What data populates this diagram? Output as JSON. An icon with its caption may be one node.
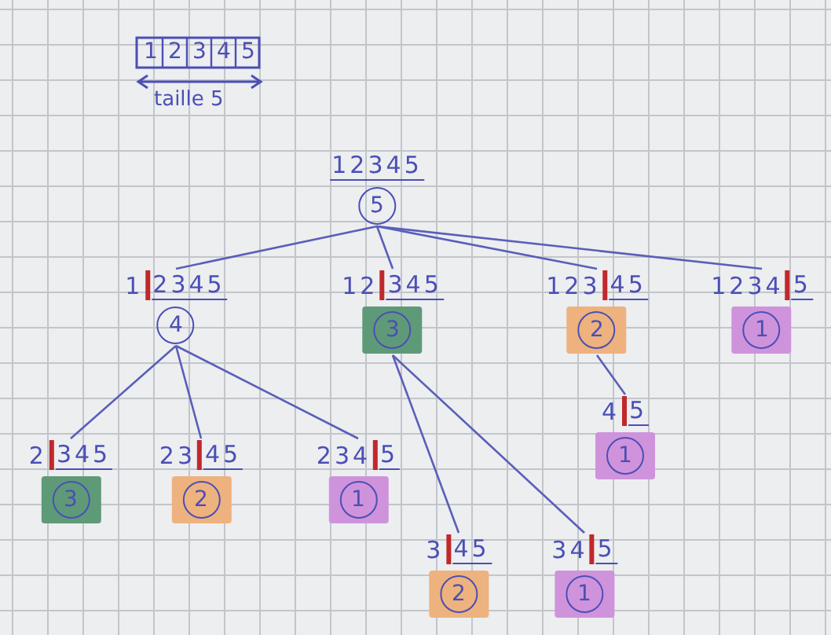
{
  "diagram": {
    "nodes": [
      {
        "text": [
          "12345",
          "5"
        ]
      },
      {
        "text": [
          "1",
          "2345",
          "4"
        ]
      },
      {
        "text": [
          "12",
          "345",
          "3"
        ]
      },
      {
        "text": [
          "123",
          "45",
          "2"
        ]
      },
      {
        "text": [
          "1234",
          "5",
          "1"
        ]
      },
      {
        "text": [
          "2",
          "345",
          "3"
        ]
      },
      {
        "text": [
          "23",
          "45",
          "2"
        ]
      },
      {
        "text": [
          "234",
          "5",
          "1"
        ]
      },
      {
        "text": [
          "4",
          "5",
          "1"
        ]
      },
      {
        "text": [
          "3",
          "45",
          "2"
        ]
      },
      {
        "text": [
          "34",
          "5",
          "1"
        ]
      }
    ],
    "edges": [
      {
        "from": 0,
        "to": 1,
        "arrow": "none"
      },
      {
        "from": 0,
        "to": 2,
        "arrow": "none"
      },
      {
        "from": 0,
        "to": 3,
        "arrow": "none"
      },
      {
        "from": 0,
        "to": 4,
        "arrow": "none"
      },
      {
        "from": 1,
        "to": 5,
        "arrow": "none"
      },
      {
        "from": 1,
        "to": 6,
        "arrow": "none"
      },
      {
        "from": 1,
        "to": 7,
        "arrow": "none"
      },
      {
        "from": 3,
        "to": 8,
        "arrow": "none"
      },
      {
        "from": 2,
        "to": 9,
        "arrow": "none"
      },
      {
        "from": 2,
        "to": 10,
        "arrow": "none"
      }
    ],
    "labels": [
      "1",
      "2",
      "3",
      "4",
      "5",
      "taille 5"
    ]
  }
}
